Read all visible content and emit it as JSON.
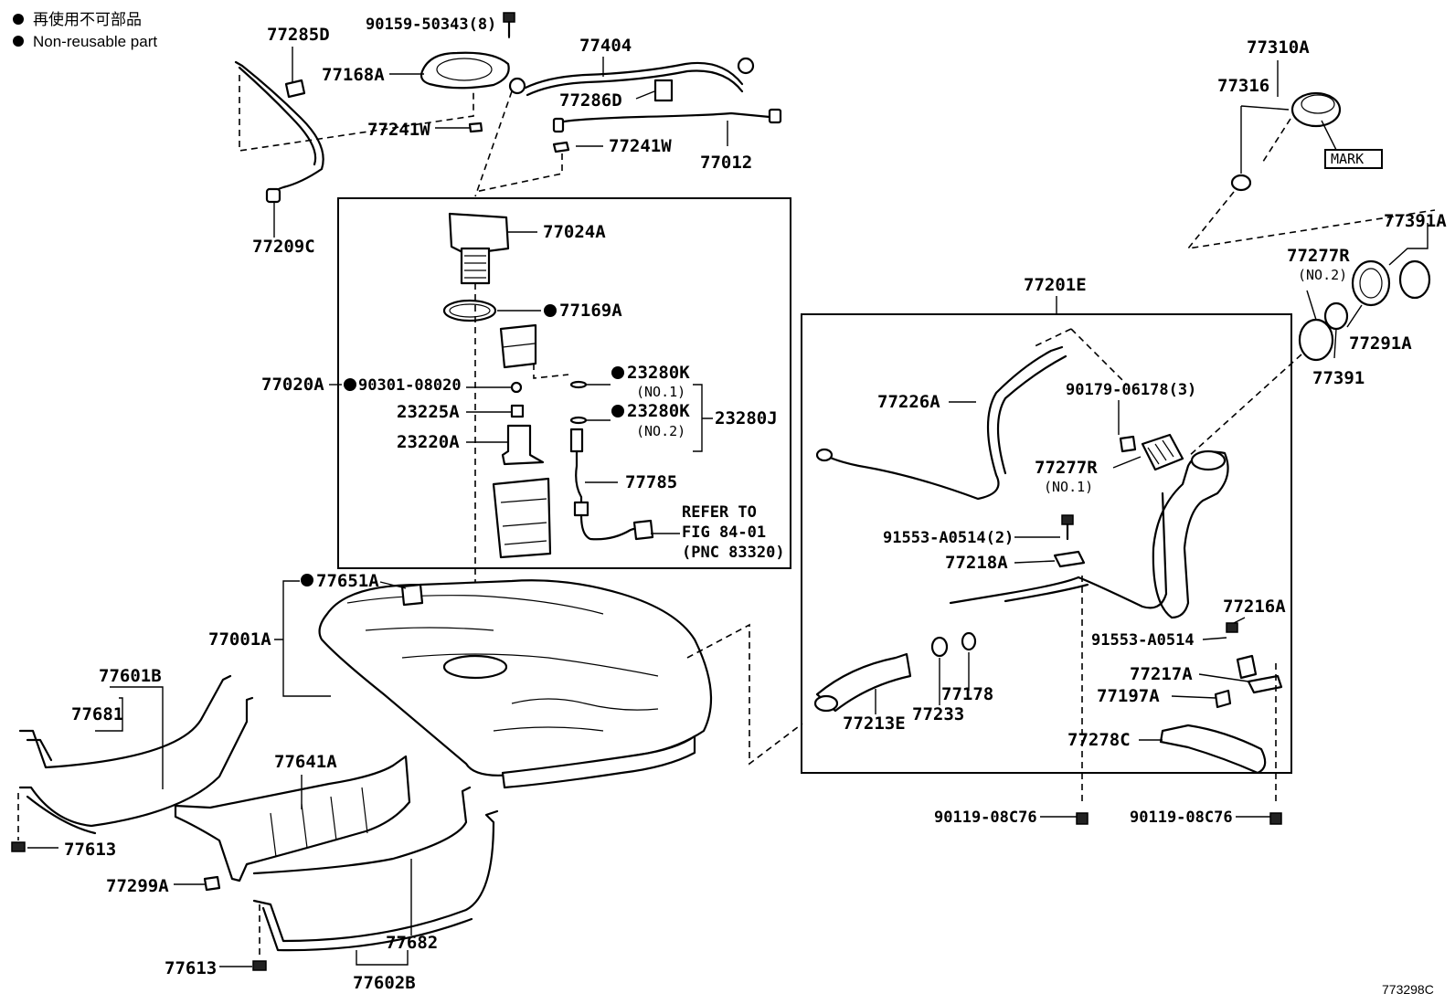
{
  "legend": {
    "line1": "再使用不可部品",
    "line2": "Non-reusable part"
  },
  "figure_id": "773298C",
  "refer": {
    "line1": "REFER TO",
    "line2": "FIG 84-01",
    "line3": "(PNC 83320)"
  },
  "labels": {
    "p90159": "90159-50343(8)",
    "p77285D": "77285D",
    "p77168A": "77168A",
    "p77404": "77404",
    "p77286D": "77286D",
    "p77241W_a": "77241W",
    "p77241W_b": "77241W",
    "p77012": "77012",
    "p77209C": "77209C",
    "p77024A": "77024A",
    "p77169A": "77169A",
    "p77020A": "77020A",
    "p90301": "90301-08020",
    "p23280K1": "23280K",
    "p23280K1_no": "(NO.1)",
    "p23225A": "23225A",
    "p23280K2": "23280K",
    "p23280K2_no": "(NO.2)",
    "p23280J": "23280J",
    "p23220A": "23220A",
    "p77785": "77785",
    "p77651A": "77651A",
    "p77001A": "77001A",
    "p77601B": "77601B",
    "p77681": "77681",
    "p77641A": "77641A",
    "p77613_a": "77613",
    "p77299A": "77299A",
    "p77682": "77682",
    "p77613_b": "77613",
    "p77602B": "77602B",
    "p77310A": "77310A",
    "p77316": "77316",
    "mark": "MARK",
    "p77391A": "77391A",
    "p77277R2": "77277R",
    "p77277R2_no": "(NO.2)",
    "p77291A": "77291A",
    "p77391": "77391",
    "p77201E": "77201E",
    "p77226A": "77226A",
    "p90179": "90179-06178(3)",
    "p77277R1": "77277R",
    "p77277R1_no": "(NO.1)",
    "p91553_2": "91553-A0514(2)",
    "p77218A": "77218A",
    "p77216A": "77216A",
    "p91553": "91553-A0514",
    "p77217A": "77217A",
    "p77197A": "77197A",
    "p77178": "77178",
    "p77233": "77233",
    "p77213E": "77213E",
    "p77278C": "77278C",
    "p90119_a": "90119-08C76",
    "p90119_b": "90119-08C76"
  }
}
